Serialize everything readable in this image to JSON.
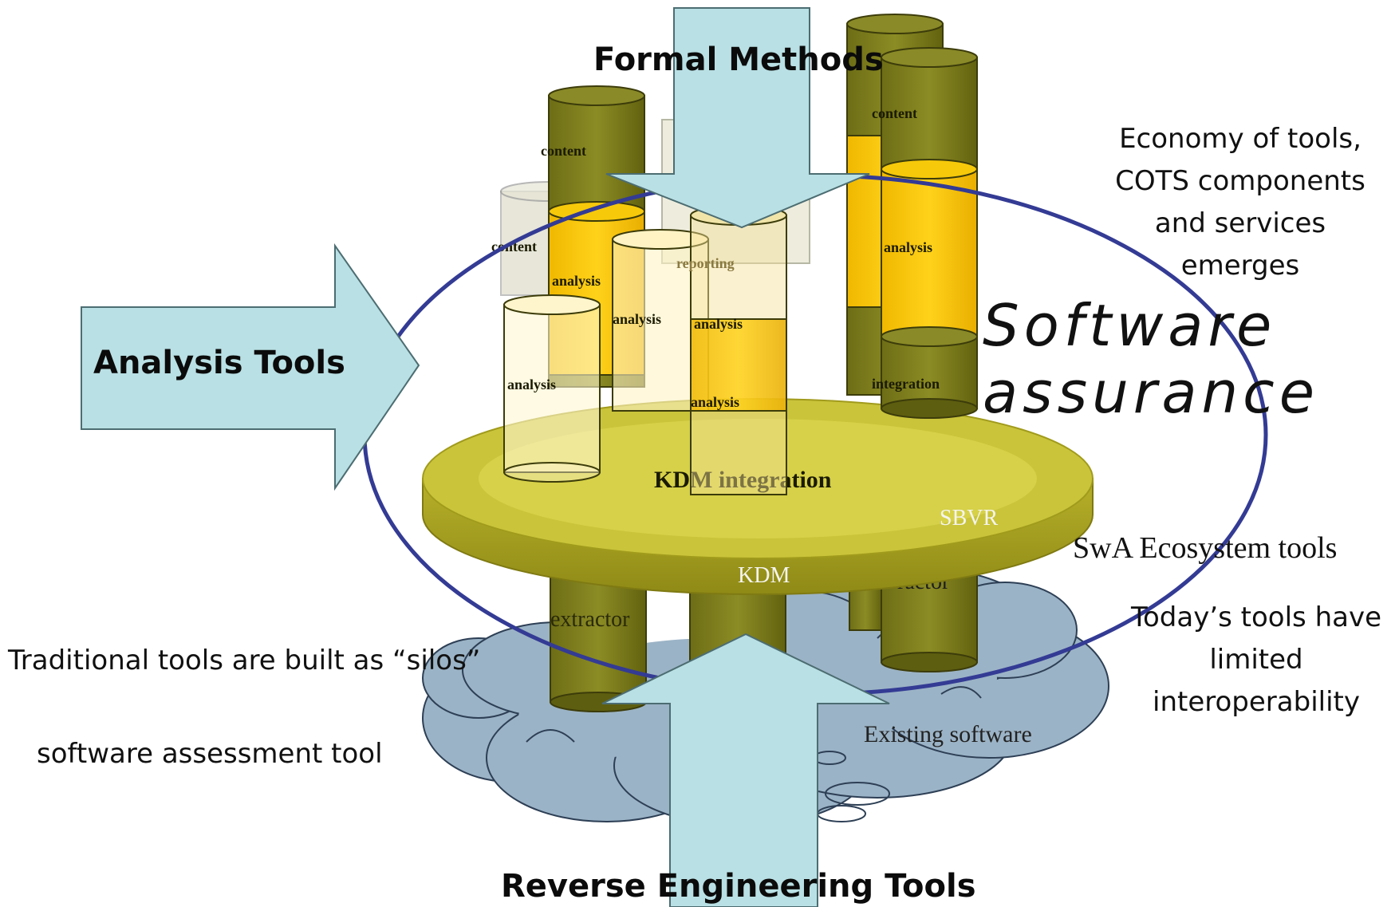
{
  "arrows": {
    "top": "Formal Methods",
    "left": "Analysis Tools",
    "bottom": "Reverse Engineering Tools"
  },
  "notes": {
    "economy": [
      "Economy of tools,",
      "COTS components",
      "and services",
      "emerges"
    ],
    "software_assurance": [
      "Software",
      "assurance"
    ],
    "ecosystem": "SwA Ecosystem tools",
    "todays": [
      "Today’s tools have",
      "limited",
      "interoperability"
    ],
    "silos": "Traditional tools are built as “silos”",
    "assessment": "software assessment tool",
    "existing": "Existing software"
  },
  "platform": {
    "integration": "KDM integration",
    "sbvr": "SBVR",
    "kdm": "KDM"
  },
  "columns": {
    "content": "content",
    "analysis": "analysis",
    "reporting": "reporting",
    "integration": "integration",
    "extractor": "extractor"
  },
  "colors": {
    "arrow_fill": "#b9e0e4",
    "ring": "#333b94",
    "platform": "#c9c43a",
    "olive": "#7a7a1c",
    "amber": "#f7c300",
    "cloud": "#9bb3c6"
  }
}
